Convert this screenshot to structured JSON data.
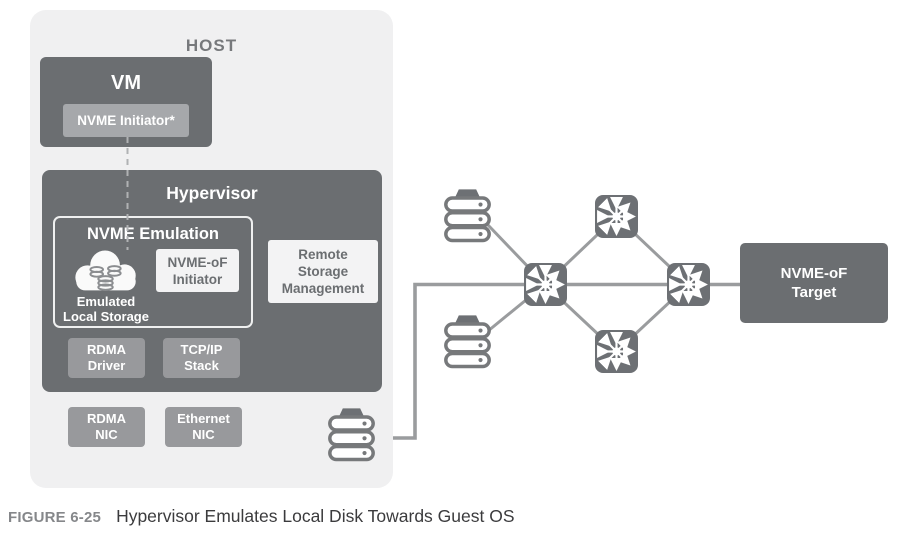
{
  "figure": {
    "label": "FIGURE 6-25",
    "title": "Hypervisor Emulates Local Disk Towards Guest OS"
  },
  "host": {
    "title": "HOST",
    "vm": {
      "title": "VM",
      "initiator_label": "NVME Initiator*"
    },
    "hypervisor": {
      "title": "Hypervisor",
      "nvme_emulation": {
        "title": "NVME Emulation",
        "storage_label": "Emulated\nLocal Storage",
        "initiator_label": "NVME-oF\nInitiator"
      },
      "remote_storage_label": "Remote\nStorage\nManagement",
      "rdma_driver_label": "RDMA\nDriver",
      "tcpip_stack_label": "TCP/IP\nStack"
    },
    "rdma_nic_label": "RDMA\nNIC",
    "ethernet_nic_label": "Ethernet\nNIC"
  },
  "network": {
    "target_label": "NVME-oF\nTarget"
  },
  "icons": {
    "server_stack": "server-stack-icon",
    "switch": "switch-icon",
    "cloud_storage": "cloud-storage-icon"
  },
  "colors": {
    "dark_box": "#6b6e71",
    "medium_chip": "#98999c",
    "light_chip": "#a6a8ab",
    "host_panel": "#f0f0f1",
    "white_chip": "#f3f3f4",
    "connector_line": "#9a9c9e",
    "dashed_line": "#b0b2b4",
    "caption_label": "#85878a"
  }
}
